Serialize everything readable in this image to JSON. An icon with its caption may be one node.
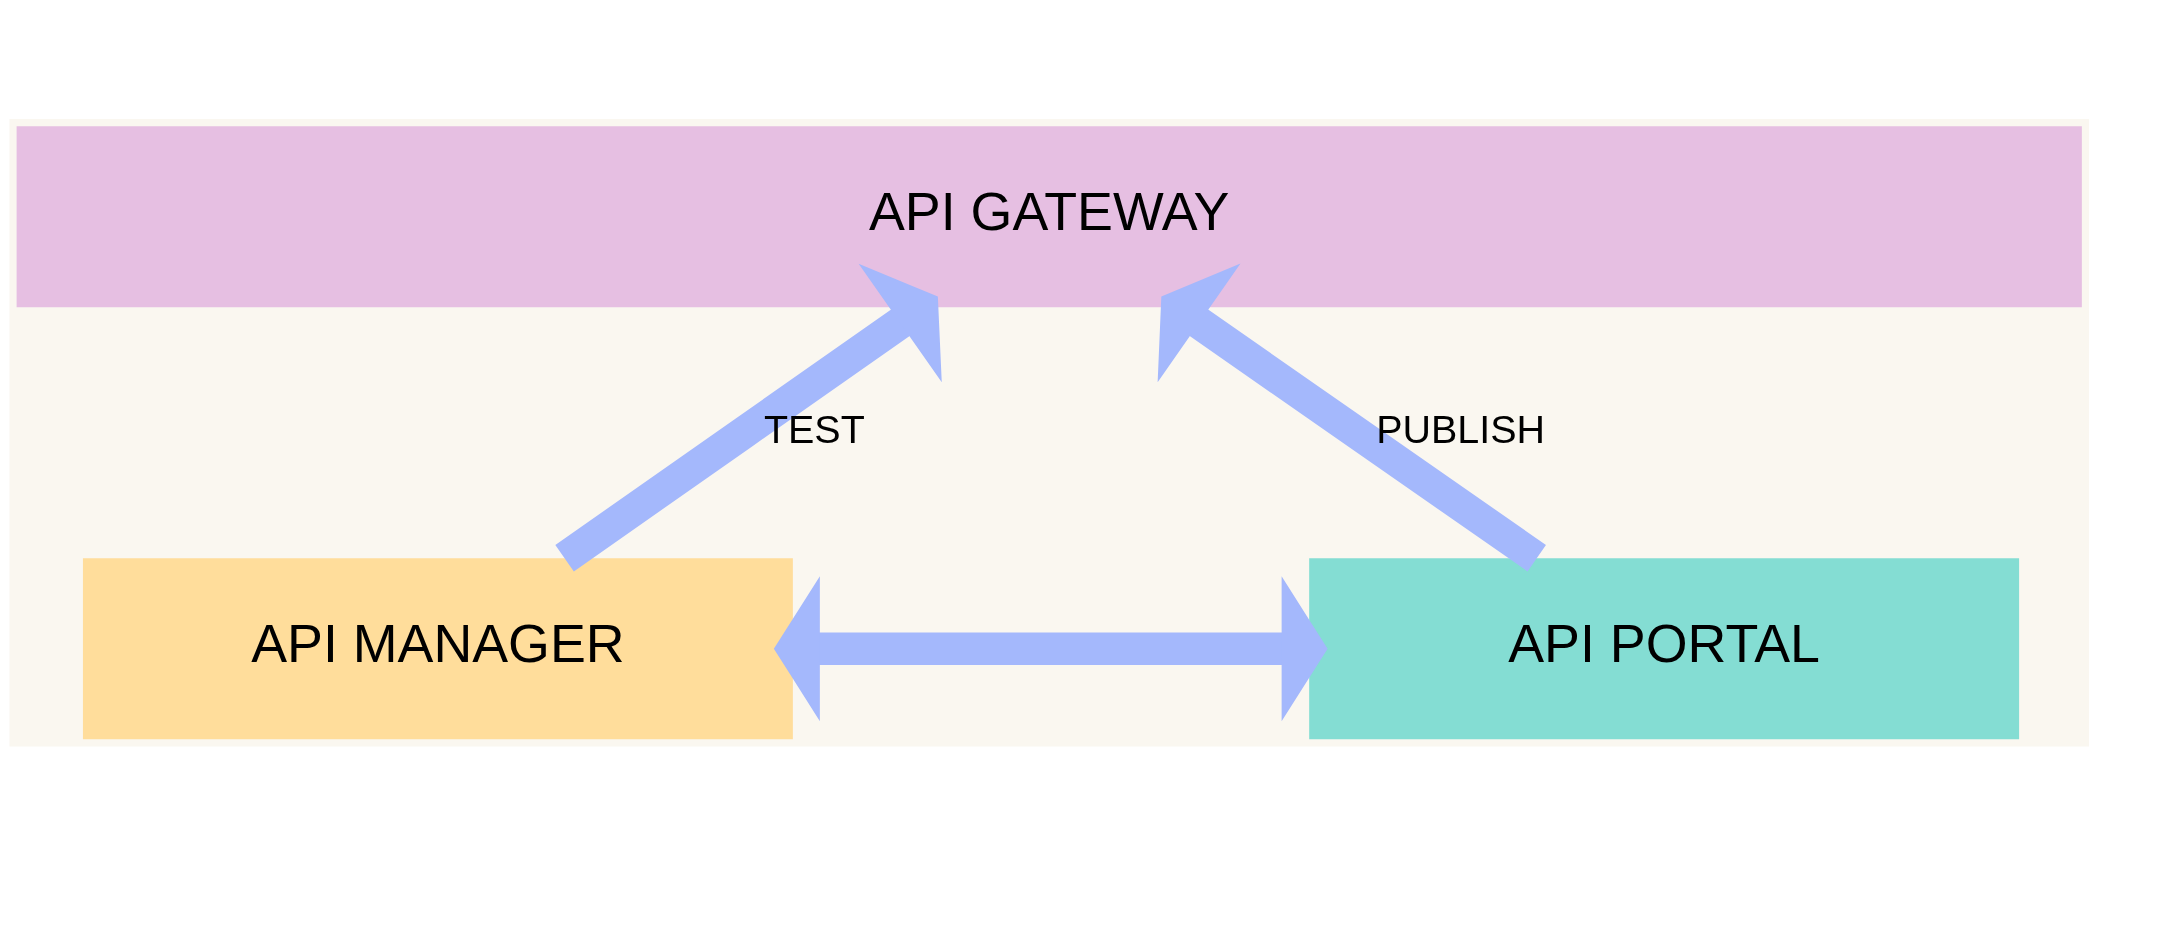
{
  "diagram": {
    "nodes": [
      {
        "text": [
          "API GATEWAY"
        ]
      },
      {
        "text": [
          "API MANAGER"
        ]
      },
      {
        "text": [
          "API PORTAL"
        ]
      }
    ],
    "edges": [
      {
        "from": 1,
        "to": 0,
        "arrow": "to",
        "label": "TEST"
      },
      {
        "from": 2,
        "to": 0,
        "arrow": "to",
        "label": "PUBLISH"
      },
      {
        "from": 1,
        "to": 2,
        "arrow": "both"
      }
    ]
  }
}
